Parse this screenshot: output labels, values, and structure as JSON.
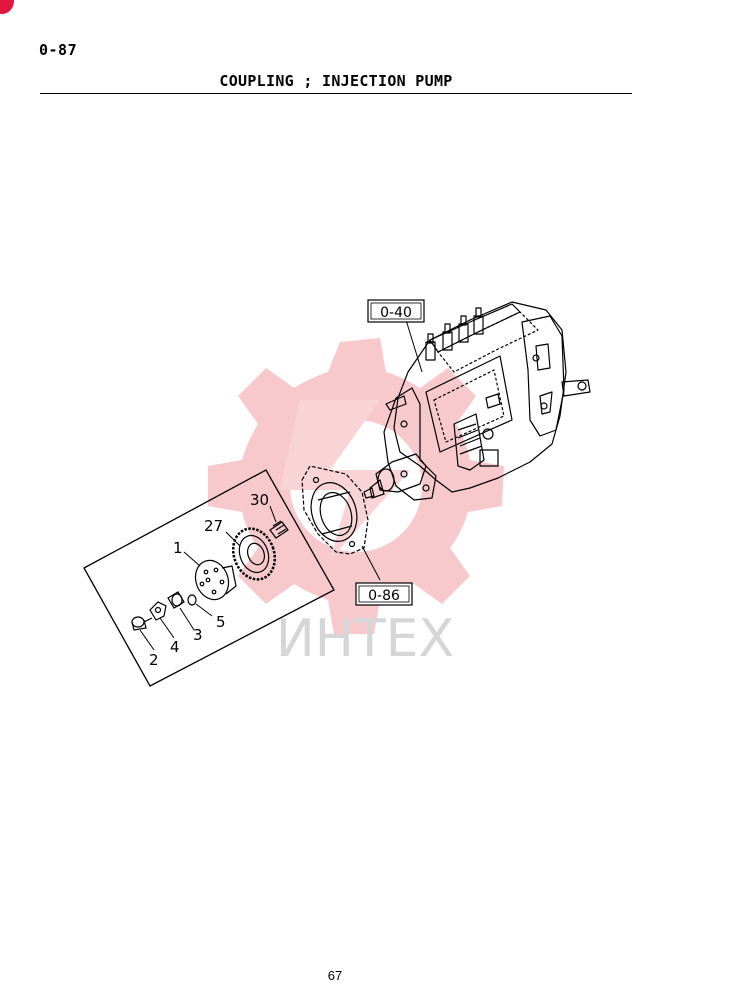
{
  "header": {
    "page_code": "0-87",
    "title": "COUPLING ; INJECTION PUMP"
  },
  "diagram": {
    "references": [
      "0-40",
      "0-86"
    ],
    "callouts": [
      "30",
      "27",
      "1",
      "5",
      "3",
      "4",
      "2"
    ],
    "watermark": "ИНТЕХ"
  },
  "footer": {
    "page_number": "67"
  },
  "colors": {
    "watermark": "#f6b9bd",
    "corner_mark": "#e3173e",
    "ink": "#000000"
  }
}
